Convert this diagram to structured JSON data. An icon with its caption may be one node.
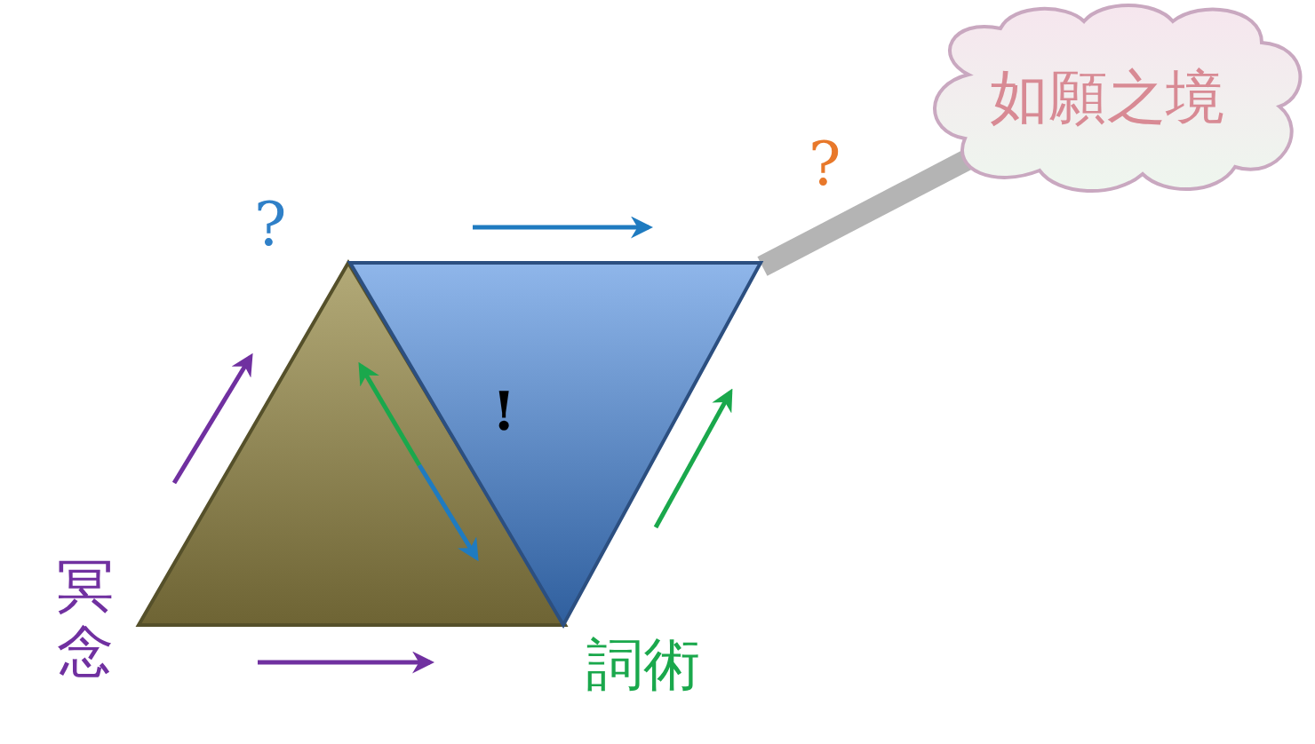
{
  "diagram": {
    "nodes": [
      {
        "text": [],
        "shape": "triangle"
      },
      {
        "text": [
          "!"
        ]
      },
      {
        "text": [
          "如願之境"
        ]
      }
    ],
    "edges": [
      {
        "from": 1,
        "to": 2,
        "arrow": "none",
        "color": "#b4b4b4"
      }
    ],
    "labels": [
      "?",
      "?",
      "冥念",
      "詞術"
    ]
  }
}
